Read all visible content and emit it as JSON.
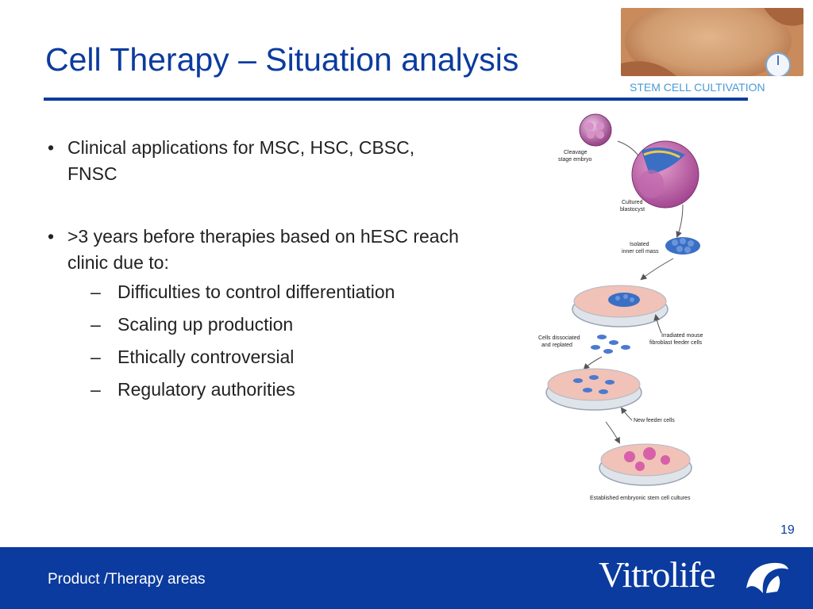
{
  "slide": {
    "title": "Cell Therapy – Situation analysis",
    "hero_caption": "STEM CELL CULTIVATION",
    "page_number": "19"
  },
  "bullets": [
    {
      "text": "Clinical applications for MSC, HSC, CBSC, FNSC"
    },
    {
      "text": ">3 years before therapies based on hESC reach clinic due to:"
    }
  ],
  "sub_bullets": [
    "Difficulties to control differentiation",
    "Scaling up production",
    "Ethically controversial",
    "Regulatory authorities"
  ],
  "diagram": {
    "labels": {
      "cleavage": [
        "Cleavage",
        "stage embryo"
      ],
      "blastocyst": [
        "Cultured",
        "blastocyst"
      ],
      "inner_mass": [
        "Isolated",
        "inner cell mass"
      ],
      "feeder": [
        "Irradiated mouse",
        "fibroblast feeder cells"
      ],
      "dissociated": [
        "Cells dissociated",
        "and replated"
      ],
      "new_feeder": "New feeder cells",
      "established": "Established embryonic stem cell cultures"
    }
  },
  "footer": {
    "label": "Product /Therapy areas",
    "brand": "Vitrolife"
  },
  "colors": {
    "primary": "#0b3b9e",
    "accent": "#4a9ad6"
  }
}
